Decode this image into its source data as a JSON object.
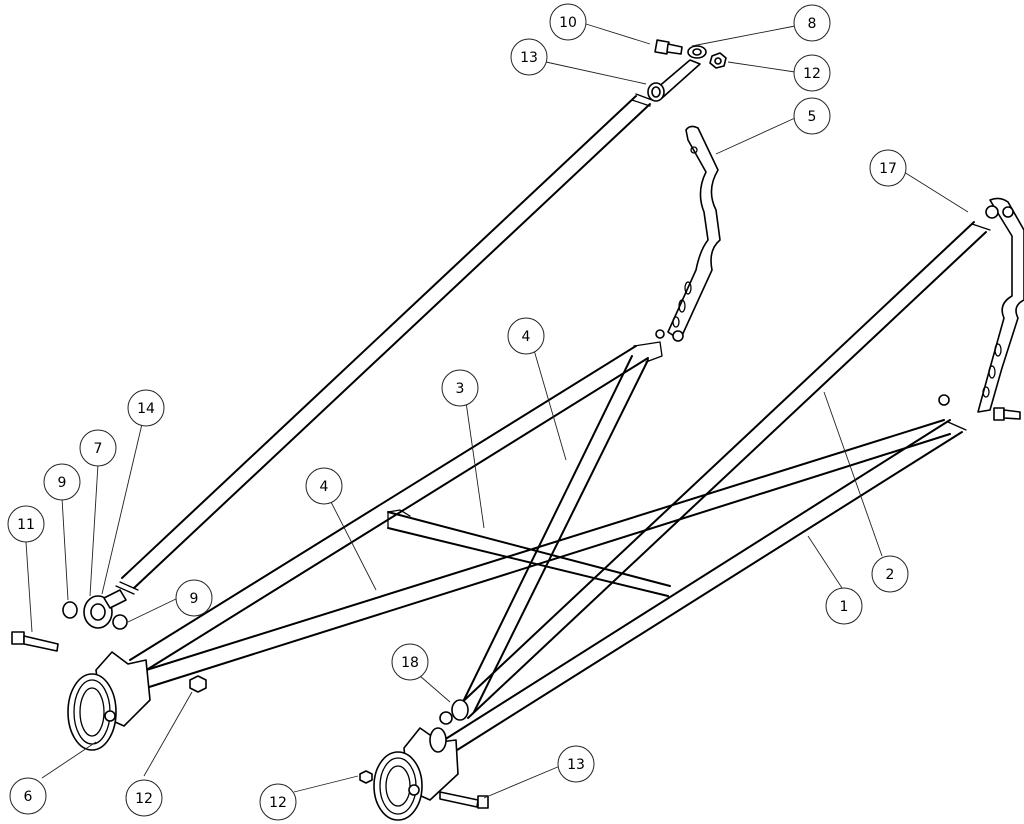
{
  "callouts": [
    {
      "id": "c10a",
      "label": "10"
    },
    {
      "id": "c8",
      "label": "8"
    },
    {
      "id": "c13a",
      "label": "13"
    },
    {
      "id": "c12a",
      "label": "12"
    },
    {
      "id": "c5",
      "label": "5"
    },
    {
      "id": "c17",
      "label": "17"
    },
    {
      "id": "c4a",
      "label": "4"
    },
    {
      "id": "c3",
      "label": "3"
    },
    {
      "id": "c14",
      "label": "14"
    },
    {
      "id": "c7",
      "label": "7"
    },
    {
      "id": "c9a",
      "label": "9"
    },
    {
      "id": "c4b",
      "label": "4"
    },
    {
      "id": "c11",
      "label": "11"
    },
    {
      "id": "c9b",
      "label": "9"
    },
    {
      "id": "c2",
      "label": "2"
    },
    {
      "id": "c1",
      "label": "1"
    },
    {
      "id": "c18",
      "label": "18"
    },
    {
      "id": "c6",
      "label": "6"
    },
    {
      "id": "c12b",
      "label": "12"
    },
    {
      "id": "c13b",
      "label": "13"
    },
    {
      "id": "c12c",
      "label": "12"
    }
  ]
}
